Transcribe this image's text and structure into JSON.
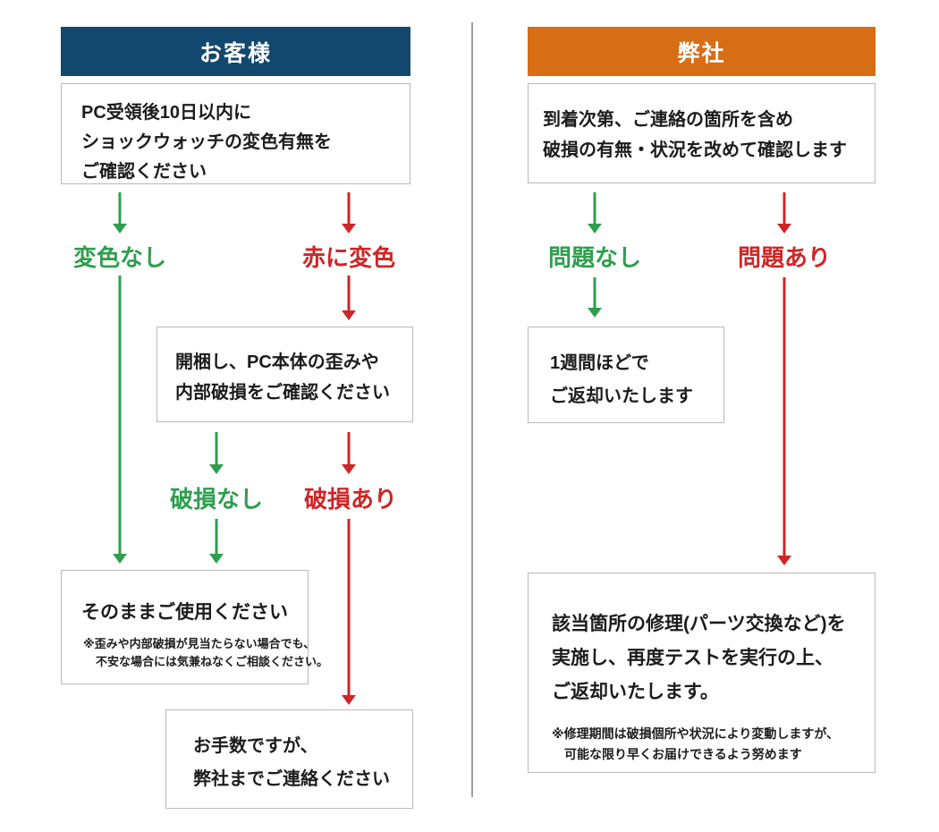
{
  "colors": {
    "navy": "#12486e",
    "orange": "#d76d14",
    "green": "#2f9e4f",
    "red": "#cd2626",
    "border": "#b9b9b9",
    "divider": "#9e9e9e",
    "text": "#1c1c1c"
  },
  "left": {
    "header": "お客様",
    "step1": {
      "lines": {
        "0": "PC受領後10日以内に",
        "1": "ショックウォッチの変色有無を",
        "2": "ご確認ください"
      }
    },
    "branch1": {
      "ok": "変色なし",
      "ng": "赤に変色"
    },
    "step2": {
      "lines": {
        "0": "開梱し、PC本体の歪みや",
        "1": "内部破損をご確認ください"
      }
    },
    "branch2": {
      "ok": "破損なし",
      "ng": "破損あり"
    },
    "result_ok": {
      "title": "そのままご使用ください",
      "notes": {
        "0": "※歪みや内部破損が見当たらない場合でも、",
        "1": "不安な場合には気兼ねなくご相談ください。"
      }
    },
    "result_ng": {
      "lines": {
        "0": "お手数ですが、",
        "1": "弊社までご連絡ください"
      }
    }
  },
  "right": {
    "header": "弊社",
    "step1": {
      "lines": {
        "0": "到着次第、ご連絡の箇所を含め",
        "1": "破損の有無・状況を改めて確認します"
      }
    },
    "branch1": {
      "ok": "問題なし",
      "ng": "問題あり"
    },
    "result_ok": {
      "lines": {
        "0": "1週間ほどで",
        "1": "ご返却いたします"
      }
    },
    "result_ng": {
      "lines": {
        "0": "該当箇所の修理(パーツ交換など)を",
        "1": "実施し、再度テストを実行の上、",
        "2": "ご返却いたします。"
      },
      "notes": {
        "0": "※修理期間は破損個所や状況により変動しますが、",
        "1": "可能な限り早くお届けできるよう努めます"
      }
    }
  }
}
